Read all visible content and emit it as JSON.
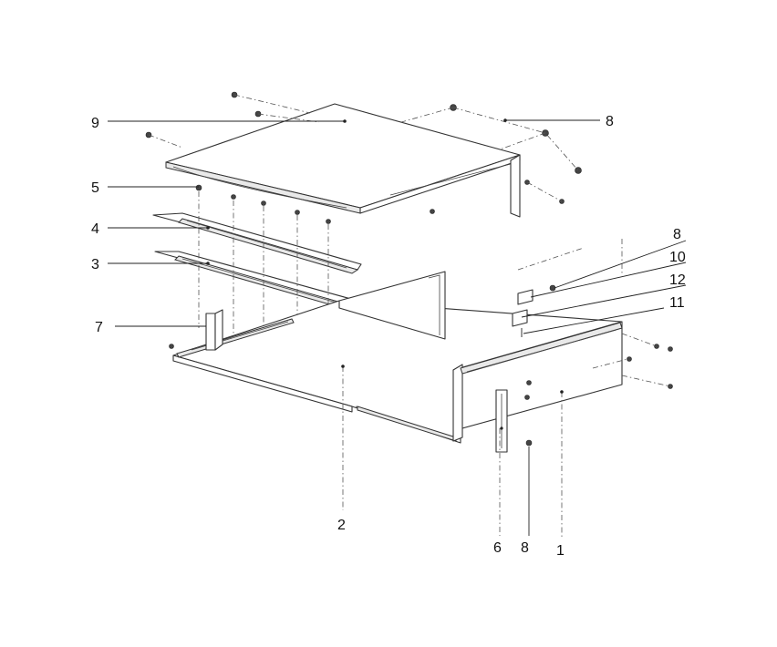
{
  "diagram": {
    "type": "exploded-assembly",
    "labels": {
      "l1": "1",
      "l2": "2",
      "l3": "3",
      "l4": "4",
      "l5": "5",
      "l6": "6",
      "l7": "7",
      "l8_top": "8",
      "l8_right": "8",
      "l8_bottom": "8",
      "l9": "9",
      "l10": "10",
      "l11": "11",
      "l12": "12"
    }
  }
}
